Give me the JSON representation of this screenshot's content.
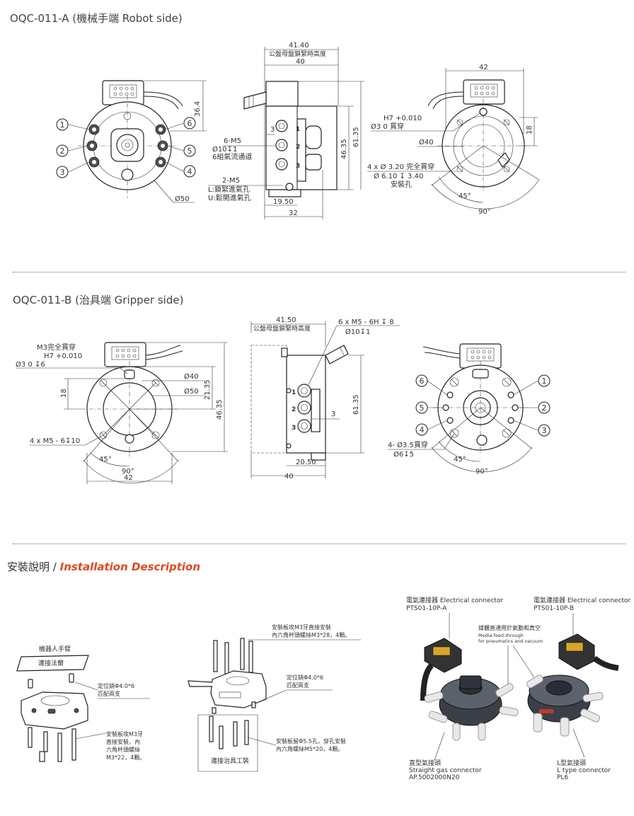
{
  "section_a": {
    "title": "OQC-011-A (機械手端 Robot side)",
    "left_view": {
      "dim_height": "36.4",
      "dim_dia": "Ø50",
      "ports": [
        "1",
        "2",
        "3",
        "4",
        "5",
        "6"
      ]
    },
    "side_view": {
      "dim_top1": "41.40",
      "dim_top_label": "公盤母盤鎖緊時高度",
      "dim_top2": "40",
      "dim_3": "3",
      "m5_label": "6-M5",
      "m5_depth": "Ø10↧1",
      "m5_note": "6組氣流通道",
      "m2_label": "2-M5",
      "m2_note1": "L:鎖緊進氣孔",
      "m2_note2": "U:鬆開進氣孔",
      "dim_bottom1": "19.50",
      "dim_bottom2": "32",
      "dim_h1": "46.35",
      "dim_h2": "61.35",
      "side_nums": [
        "1",
        "2",
        "3"
      ]
    },
    "right_view": {
      "dim_top": "42",
      "h7": "H7 +0.010",
      "h7_line": "Ø3        0    貫穿",
      "dia40": "Ø40",
      "hole_note1": "4 x Ø 3.20 完全貫穿",
      "hole_note2": "Ø 6.10 ↧ 3.40",
      "hole_note3": "安裝孔",
      "dim_18": "18",
      "angle45": "45°",
      "angle90": "90°"
    }
  },
  "section_b": {
    "title": "OQC-011-B (治具端 Gripper side)",
    "left_view": {
      "m3_title": "M3完全貫穿",
      "h7": "H7 +0.010",
      "h7_line": "Ø3        0      ↧6",
      "dia40": "Ø40",
      "dia50": "Ø50",
      "dim_18": "18",
      "dim_21": "21.35",
      "dim_46": "46.35",
      "m5_note": "4 x M5 - 6↧10",
      "angle45": "45°",
      "angle90": "90°",
      "dim_42": "42"
    },
    "side_view": {
      "dim_top1": "41.50",
      "dim_top_label": "公盤母盤鎖緊時高度",
      "m5_label": "6 x M5 - 6H ↧ 8",
      "m5_depth": "Ø10↧1",
      "dim_3": "3",
      "dim_61": "61.35",
      "dim_20": "20.50",
      "dim_40": "40",
      "side_nums": [
        "1",
        "2",
        "3"
      ]
    },
    "right_view": {
      "hole_note1": "4- Ø3.5貫穿",
      "hole_note2": "Ø6↧5",
      "angle45": "45°",
      "angle90": "90°",
      "ports": [
        "1",
        "2",
        "3",
        "4",
        "5",
        "6"
      ]
    }
  },
  "installation": {
    "title_cn": "安裝說明 /",
    "title_en": "Installation Description",
    "left": {
      "arm_label": "機器人手臂",
      "flange_label": "連接法蘭",
      "pin_note1": "定位銷Φ4.0*6",
      "pin_note2": "匹配兩支",
      "screw_note1": "安裝板攻M3牙",
      "screw_note2": "直接安裝，內",
      "screw_note3": "六角杯頭螺絲",
      "screw_note4": "M3*22，4顆。"
    },
    "middle": {
      "top_note1": "安裝板攻M3牙直接安裝",
      "top_note2": "內六角杯頭螺絲M3*28，4顆。",
      "pin_note1": "定位銷Φ4.0*6",
      "pin_note2": "匹配兩支",
      "bottom_note1": "安裝板留Φ5.5孔，穿孔安裝",
      "bottom_note2": "內六角螺絲M5*20，4顆。",
      "fixture_label": "連接治具工裝"
    },
    "right": {
      "conn_a1": "電氣連接器 Electrical connector",
      "conn_a2": "PTS01-10P-A",
      "conn_b1": "電氣連接器 Electrical connector",
      "conn_b2": "PTS01-10P-B",
      "media1": "媒體直通用於氣動和真空",
      "media2": "Media feed-through",
      "media3": "for pneumatics and vacuum",
      "straight1": "直型氣接頭",
      "straight2": "Straight gas connector",
      "straight3": "AP.5002000N20",
      "ltype1": "L型氣接頭",
      "ltype2": "L type connector",
      "ltype3": "PL6"
    }
  }
}
